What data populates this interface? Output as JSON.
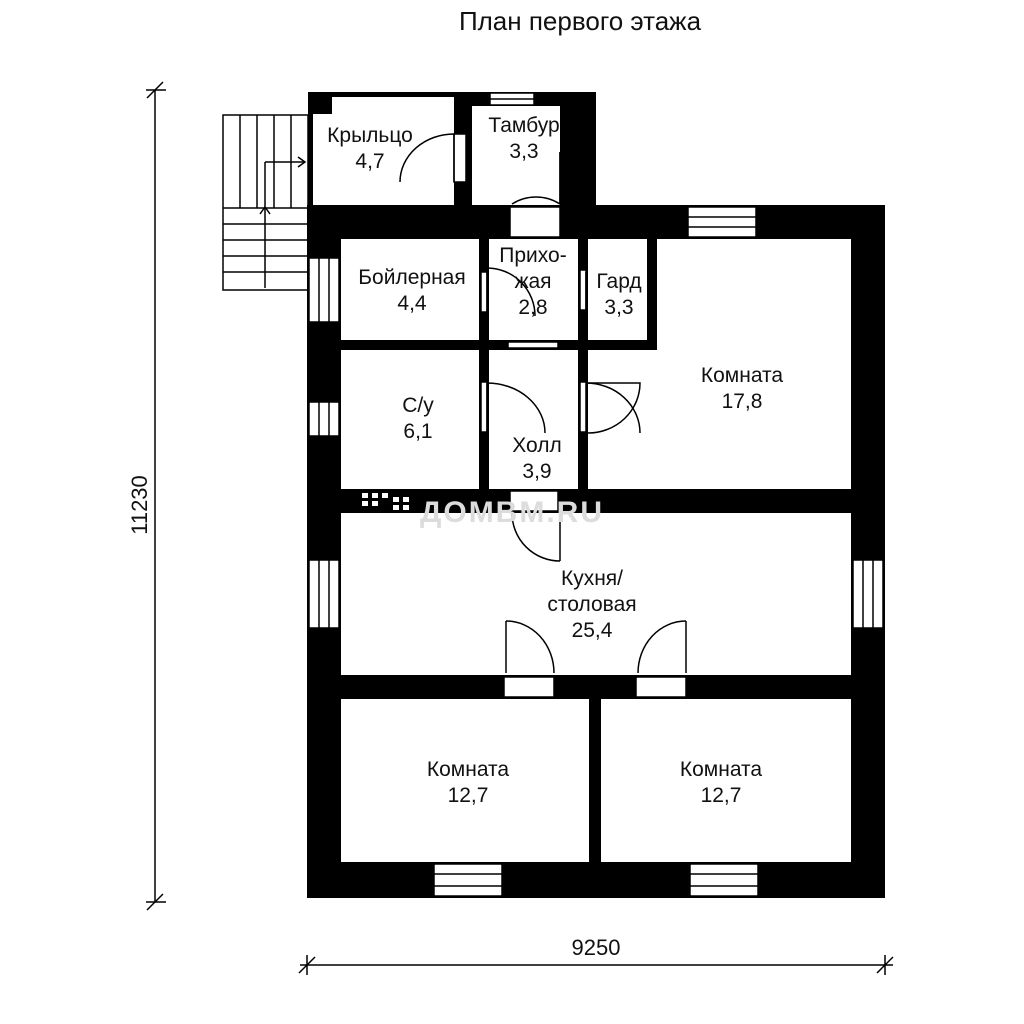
{
  "title": "План первого этажа",
  "watermark": "ДОМВМ.RU",
  "dimensions": {
    "width": "9250",
    "height": "11230"
  },
  "rooms": {
    "krylco": {
      "name": "Крыльцо",
      "area": "4,7"
    },
    "tambur": {
      "name": "Тамбур",
      "area": "3,3"
    },
    "boiler": {
      "name": "Бойлерная",
      "area": "4,4"
    },
    "prihozh": {
      "name1": "Прихо-",
      "name2": "жая",
      "area": "2,8"
    },
    "gard": {
      "name": "Гард",
      "area": "3,3"
    },
    "komnata1": {
      "name": "Комната",
      "area": "17,8"
    },
    "su": {
      "name": "С/у",
      "area": "6,1"
    },
    "holl": {
      "name": "Холл",
      "area": "3,9"
    },
    "kuhnya": {
      "name1": "Кухня/",
      "name2": "столовая",
      "area": "25,4"
    },
    "komnata2": {
      "name": "Комната",
      "area": "12,7"
    },
    "komnata3": {
      "name": "Комната",
      "area": "12,7"
    }
  },
  "colors": {
    "wall": "#000000",
    "background": "#ffffff",
    "watermark": "#dcdcdc"
  }
}
